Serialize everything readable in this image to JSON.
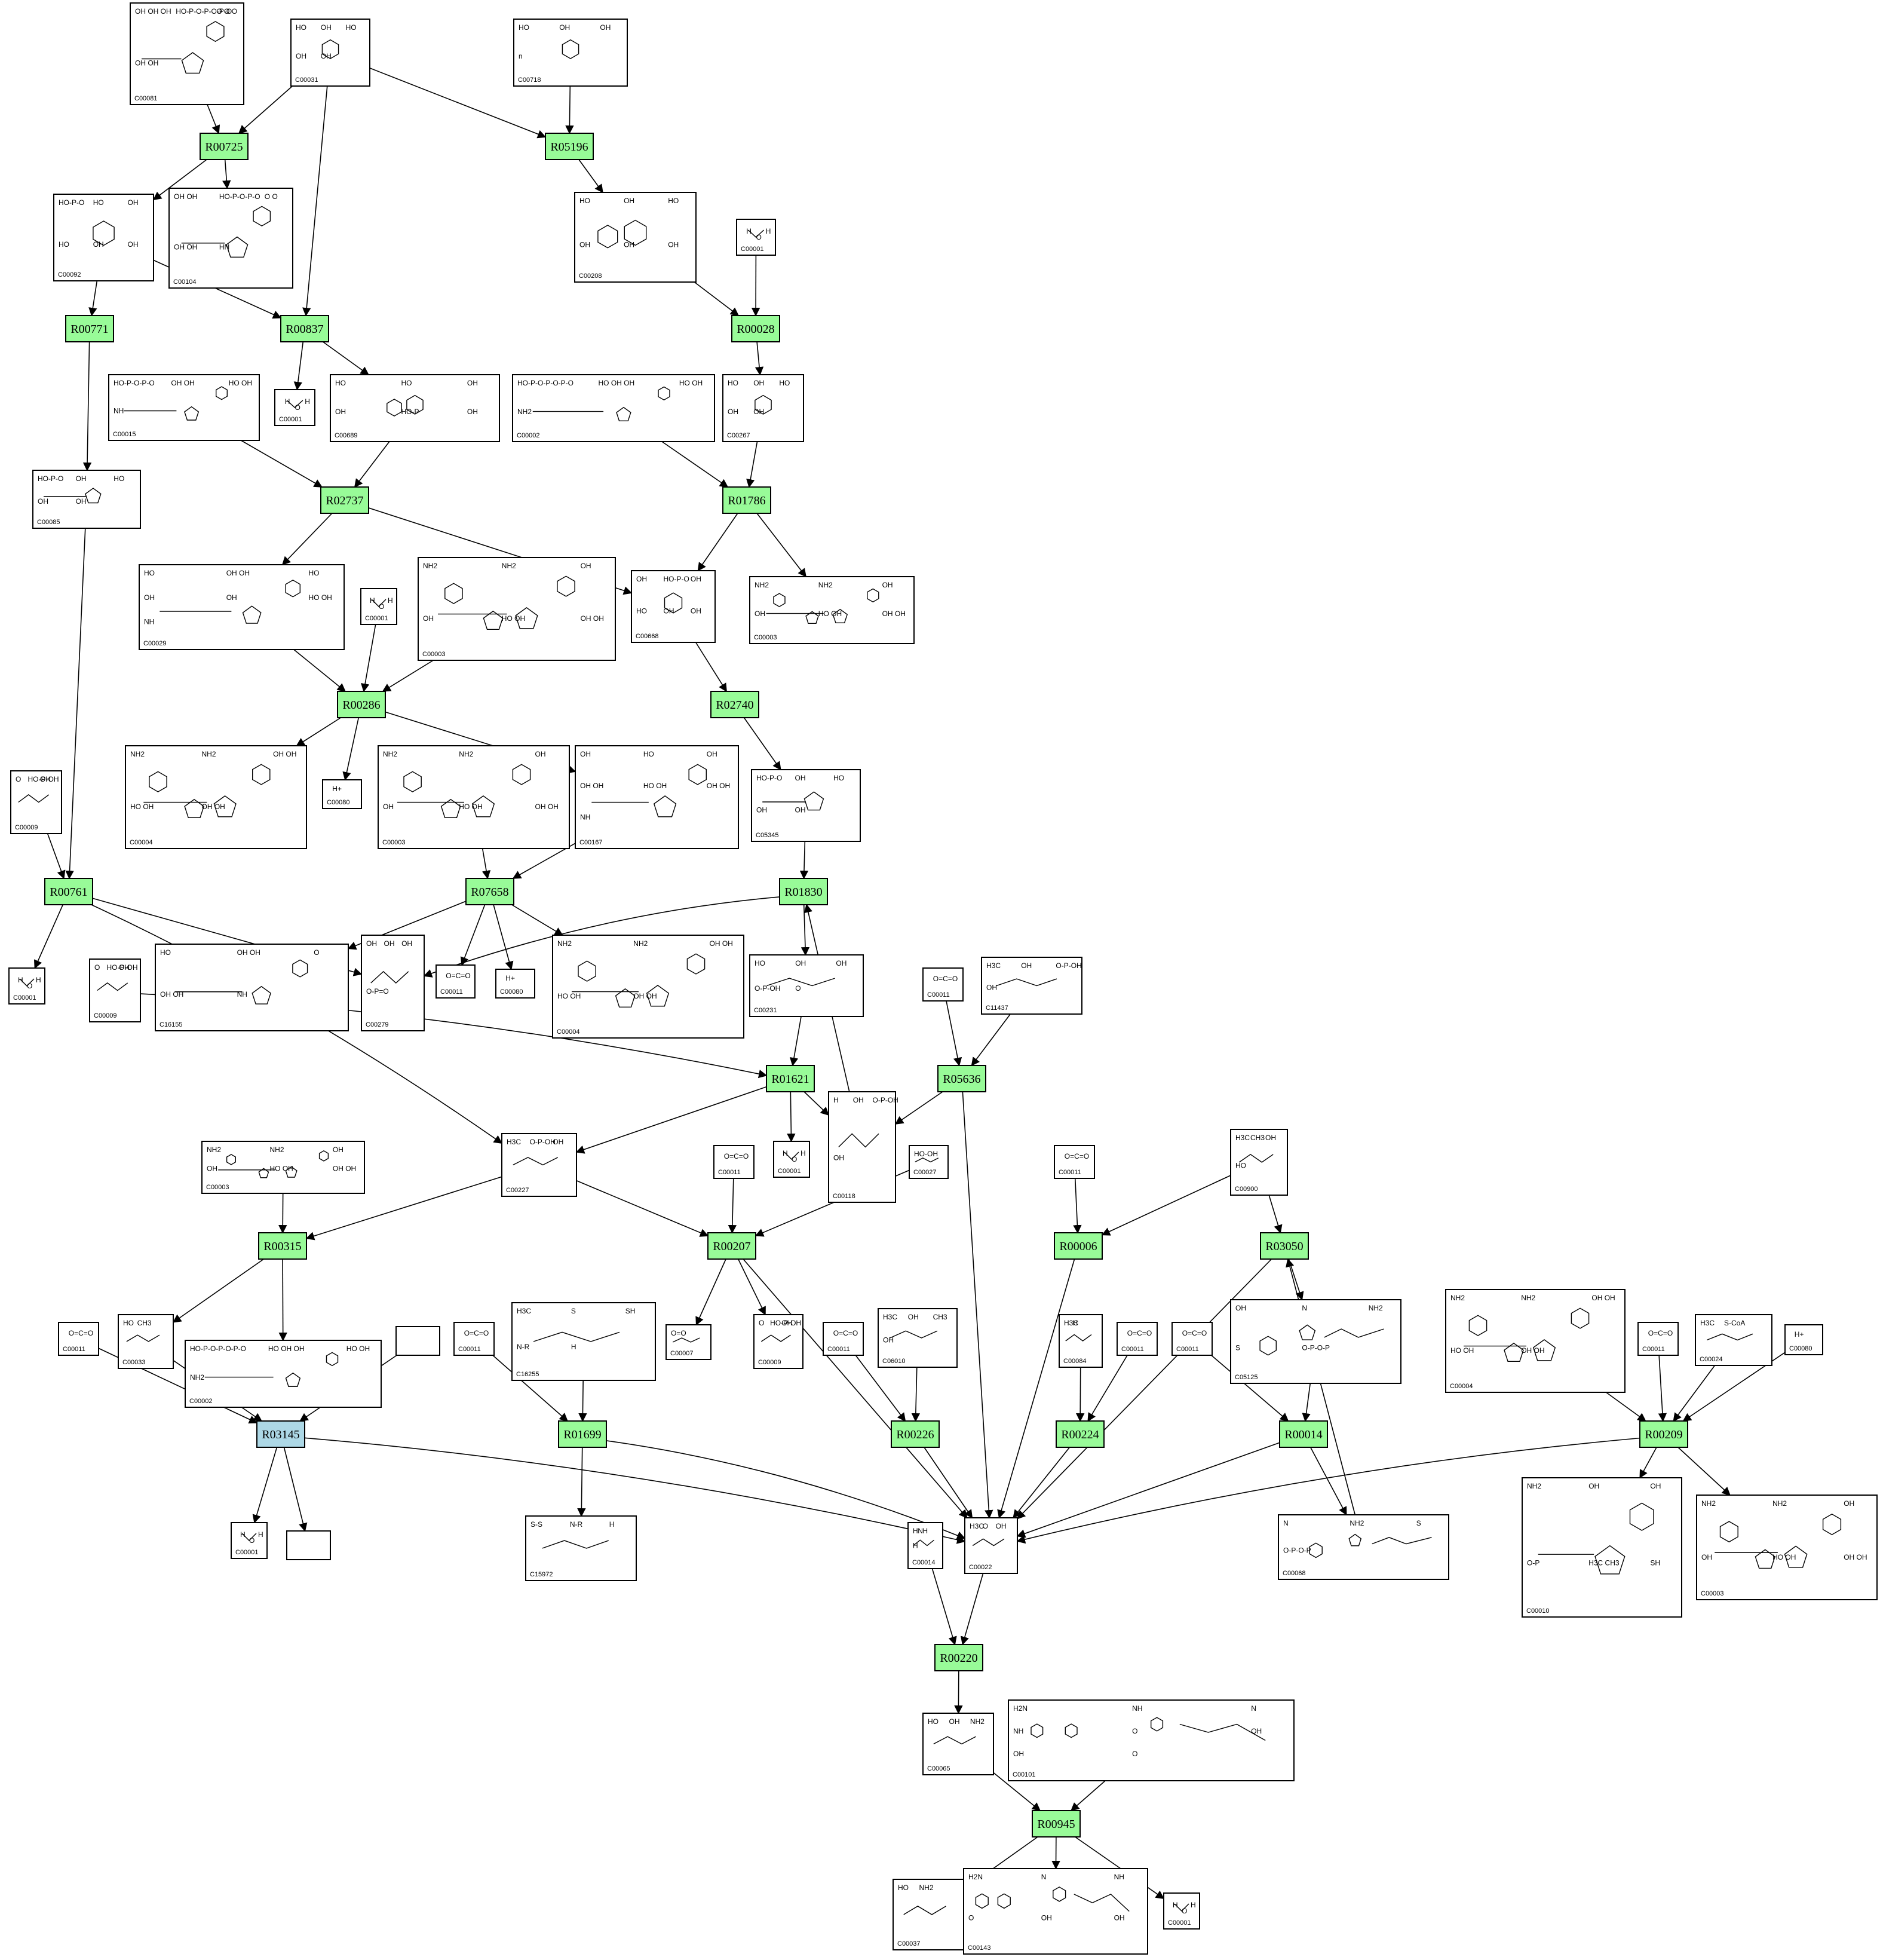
{
  "reactions": [
    {
      "id": "R00725",
      "color": "green"
    },
    {
      "id": "R05196",
      "color": "green"
    },
    {
      "id": "R00771",
      "color": "green"
    },
    {
      "id": "R00837",
      "color": "green"
    },
    {
      "id": "R00028",
      "color": "green"
    },
    {
      "id": "R02737",
      "color": "green"
    },
    {
      "id": "R01786",
      "color": "green"
    },
    {
      "id": "R00286",
      "color": "green"
    },
    {
      "id": "R02740",
      "color": "green"
    },
    {
      "id": "R00761",
      "color": "green"
    },
    {
      "id": "R07658",
      "color": "green"
    },
    {
      "id": "R01830",
      "color": "green"
    },
    {
      "id": "R01621",
      "color": "green"
    },
    {
      "id": "R05636",
      "color": "green"
    },
    {
      "id": "R00315",
      "color": "green"
    },
    {
      "id": "R00207",
      "color": "green"
    },
    {
      "id": "R00006",
      "color": "green"
    },
    {
      "id": "R03050",
      "color": "green"
    },
    {
      "id": "R03145",
      "color": "blue"
    },
    {
      "id": "R01699",
      "color": "green"
    },
    {
      "id": "R00226",
      "color": "green"
    },
    {
      "id": "R00224",
      "color": "green"
    },
    {
      "id": "R00014",
      "color": "green"
    },
    {
      "id": "R00209",
      "color": "green"
    },
    {
      "id": "R00220",
      "color": "green"
    },
    {
      "id": "R00945",
      "color": "green"
    }
  ],
  "compounds": [
    {
      "id": "C00081",
      "type": "nucleotide",
      "labels": [
        "OH OH OH",
        "HO-P-O-P-O-P-O",
        "O  O  O",
        "OH OH"
      ]
    },
    {
      "id": "C00031",
      "type": "sugar",
      "labels": [
        "HO",
        "OH",
        "HO",
        "OH",
        "OH"
      ]
    },
    {
      "id": "C00718",
      "type": "polymer",
      "labels": [
        "HO",
        "OH",
        "OH",
        "n"
      ]
    },
    {
      "id": "C00092",
      "type": "sugarp",
      "labels": [
        "HO-P-O",
        "HO",
        "OH",
        "HO",
        "OH",
        "OH"
      ]
    },
    {
      "id": "C00104",
      "type": "nucleotide",
      "labels": [
        "OH OH",
        "HO-P-O-P-O",
        "O  O",
        "OH OH",
        "HN"
      ]
    },
    {
      "id": "C00208",
      "type": "disaccharide",
      "labels": [
        "HO",
        "OH",
        "HO",
        "OH",
        "OH",
        "OH"
      ]
    },
    {
      "id": "C00001",
      "type": "water",
      "labels": [
        "H",
        "O",
        "H"
      ]
    },
    {
      "id": "C00015",
      "type": "nucleotide",
      "labels": [
        "HO-P-O-P-O",
        "OH OH",
        "HO OH",
        "NH"
      ]
    },
    {
      "id": "C00689",
      "type": "disaccharide",
      "labels": [
        "HO",
        "HO",
        "OH",
        "OH",
        "HO-P",
        "OH"
      ]
    },
    {
      "id": "C00002",
      "type": "nucleotide",
      "labels": [
        "HO-P-O-P-O-P-O",
        "HO OH OH",
        "HO OH",
        "NH2"
      ]
    },
    {
      "id": "C00267",
      "type": "sugar",
      "labels": [
        "HO",
        "OH",
        "HO",
        "OH",
        "OH"
      ]
    },
    {
      "id": "C00085",
      "type": "furanose",
      "labels": [
        "HO-P-O",
        "OH",
        "HO",
        "OH",
        "OH"
      ]
    },
    {
      "id": "C00029",
      "type": "nucleotide",
      "labels": [
        "HO",
        "OH OH",
        "HO",
        "OH",
        "OH",
        "HO OH",
        "NH"
      ]
    },
    {
      "id": "C00003",
      "type": "nad",
      "labels": [
        "NH2",
        "NH2",
        "OH",
        "OH",
        "HO OH",
        "OH OH"
      ]
    },
    {
      "id": "C00668",
      "type": "sugarp",
      "labels": [
        "OH",
        "HO-P-O",
        "OH",
        "HO",
        "OH",
        "OH"
      ]
    },
    {
      "id": "C00004",
      "type": "nad",
      "labels": [
        "NH2",
        "NH2",
        "OH OH",
        "HO OH",
        "OH OH"
      ]
    },
    {
      "id": "C00080",
      "type": "ion",
      "labels": [
        "H+"
      ]
    },
    {
      "id": "C00167",
      "type": "nucleotide",
      "labels": [
        "OH",
        "HO",
        "OH",
        "OH OH",
        "HO OH",
        "OH OH",
        "NH"
      ]
    },
    {
      "id": "C05345",
      "type": "furanose",
      "labels": [
        "HO-P-O",
        "OH",
        "HO",
        "OH",
        "OH"
      ]
    },
    {
      "id": "C00009",
      "type": "phosphate",
      "labels": [
        "O",
        "HO-P-OH",
        "OH"
      ]
    },
    {
      "id": "C16155",
      "type": "nucleotide",
      "labels": [
        "HO",
        "OH OH",
        "O",
        "OH OH",
        "NH"
      ]
    },
    {
      "id": "C00279",
      "type": "chain",
      "labels": [
        "OH",
        "OH",
        "OH",
        "O-P=O"
      ]
    },
    {
      "id": "C00011",
      "type": "co2",
      "labels": [
        "O=C=O"
      ]
    },
    {
      "id": "C00231",
      "type": "chain",
      "labels": [
        "HO",
        "OH",
        "OH",
        "O-P-OH",
        "O"
      ]
    },
    {
      "id": "C11437",
      "type": "chain",
      "labels": [
        "H3C",
        "OH",
        "O-P-OH",
        "OH"
      ]
    },
    {
      "id": "C00118",
      "type": "chain",
      "labels": [
        "H",
        "OH",
        "O-P-OH",
        "OH"
      ]
    },
    {
      "id": "C00227",
      "type": "chain",
      "labels": [
        "H3C",
        "O-P-OH",
        "OH"
      ]
    },
    {
      "id": "C00027",
      "type": "small",
      "labels": [
        "HO-OH"
      ]
    },
    {
      "id": "C00900",
      "type": "chain",
      "labels": [
        "H3C",
        "CH3",
        "OH",
        "HO"
      ]
    },
    {
      "id": "C00033",
      "type": "small",
      "labels": [
        "HO",
        "CH3"
      ]
    },
    {
      "id": "C16255",
      "type": "chain",
      "labels": [
        "H3C",
        "S",
        "SH",
        "N-R",
        "H"
      ]
    },
    {
      "id": "C00007",
      "type": "small",
      "labels": [
        "O=O"
      ]
    },
    {
      "id": "C00010",
      "type": "coa",
      "labels": [
        "NH2",
        "OH",
        "OH",
        "O-P",
        "H3C CH3",
        "SH"
      ]
    },
    {
      "id": "C06010",
      "type": "chain",
      "labels": [
        "H3C",
        "OH",
        "CH3",
        "OH"
      ]
    },
    {
      "id": "C00084",
      "type": "small",
      "labels": [
        "H3C",
        "H"
      ]
    },
    {
      "id": "C05125",
      "type": "thiamine",
      "labels": [
        "OH",
        "N",
        "NH2",
        "S",
        "O-P-O-P"
      ]
    },
    {
      "id": "C00024",
      "type": "small",
      "labels": [
        "H3C",
        "S-CoA"
      ]
    },
    {
      "id": "C15972",
      "type": "chain",
      "labels": [
        "S-S",
        "N-R",
        "H"
      ]
    },
    {
      "id": "C00022",
      "type": "chain",
      "labels": [
        "H3C",
        "O",
        "OH"
      ]
    },
    {
      "id": "C00068",
      "type": "thiamine",
      "labels": [
        "N",
        "NH2",
        "S",
        "O-P-O-P"
      ]
    },
    {
      "id": "C00014",
      "type": "small",
      "labels": [
        "H",
        "N",
        "H",
        "H"
      ]
    },
    {
      "id": "C00065",
      "type": "chain",
      "labels": [
        "HO",
        "OH",
        "NH2"
      ]
    },
    {
      "id": "C00101",
      "type": "folate",
      "labels": [
        "H2N",
        "NH",
        "N",
        "NH",
        "O",
        "OH",
        "OH",
        "O"
      ]
    },
    {
      "id": "C00037",
      "type": "chain",
      "labels": [
        "HO",
        "NH2"
      ]
    },
    {
      "id": "C00143",
      "type": "folate",
      "labels": [
        "H2N",
        "N",
        "NH",
        "O",
        "OH",
        "OH"
      ]
    }
  ],
  "blank_boxes": [
    {
      "id": "blank-1"
    },
    {
      "id": "blank-2"
    }
  ]
}
